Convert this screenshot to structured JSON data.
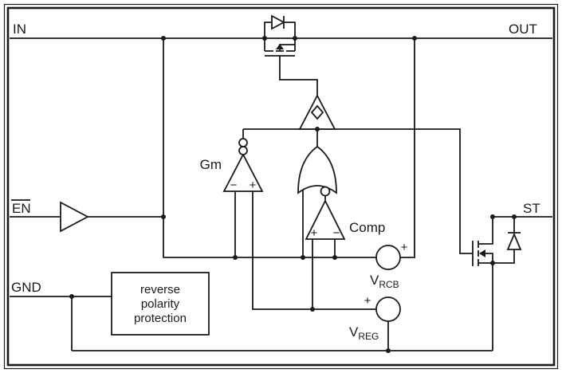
{
  "pins": {
    "in": "IN",
    "out": "OUT",
    "en": "EN",
    "gnd": "GND",
    "st": "ST"
  },
  "blocks": {
    "gm": {
      "label": "Gm",
      "neg": "−",
      "pos": "+"
    },
    "comp": {
      "label": "Comp",
      "pos": "+",
      "neg": "−"
    },
    "reverse_polarity": {
      "line1": "reverse",
      "line2": "polarity",
      "line3": "protection"
    }
  },
  "sources": {
    "vrcb": {
      "name": "V",
      "subscript": "RCB",
      "polarity": "+"
    },
    "vreg": {
      "name": "V",
      "subscript": "REG",
      "polarity": "+"
    }
  },
  "icons": {
    "driver_symbol": "diamond-icon",
    "pass_diode": "diode-icon",
    "body_diode": "diode-icon"
  },
  "colors": {
    "line": "#1a1a1a",
    "background": "#ffffff"
  }
}
